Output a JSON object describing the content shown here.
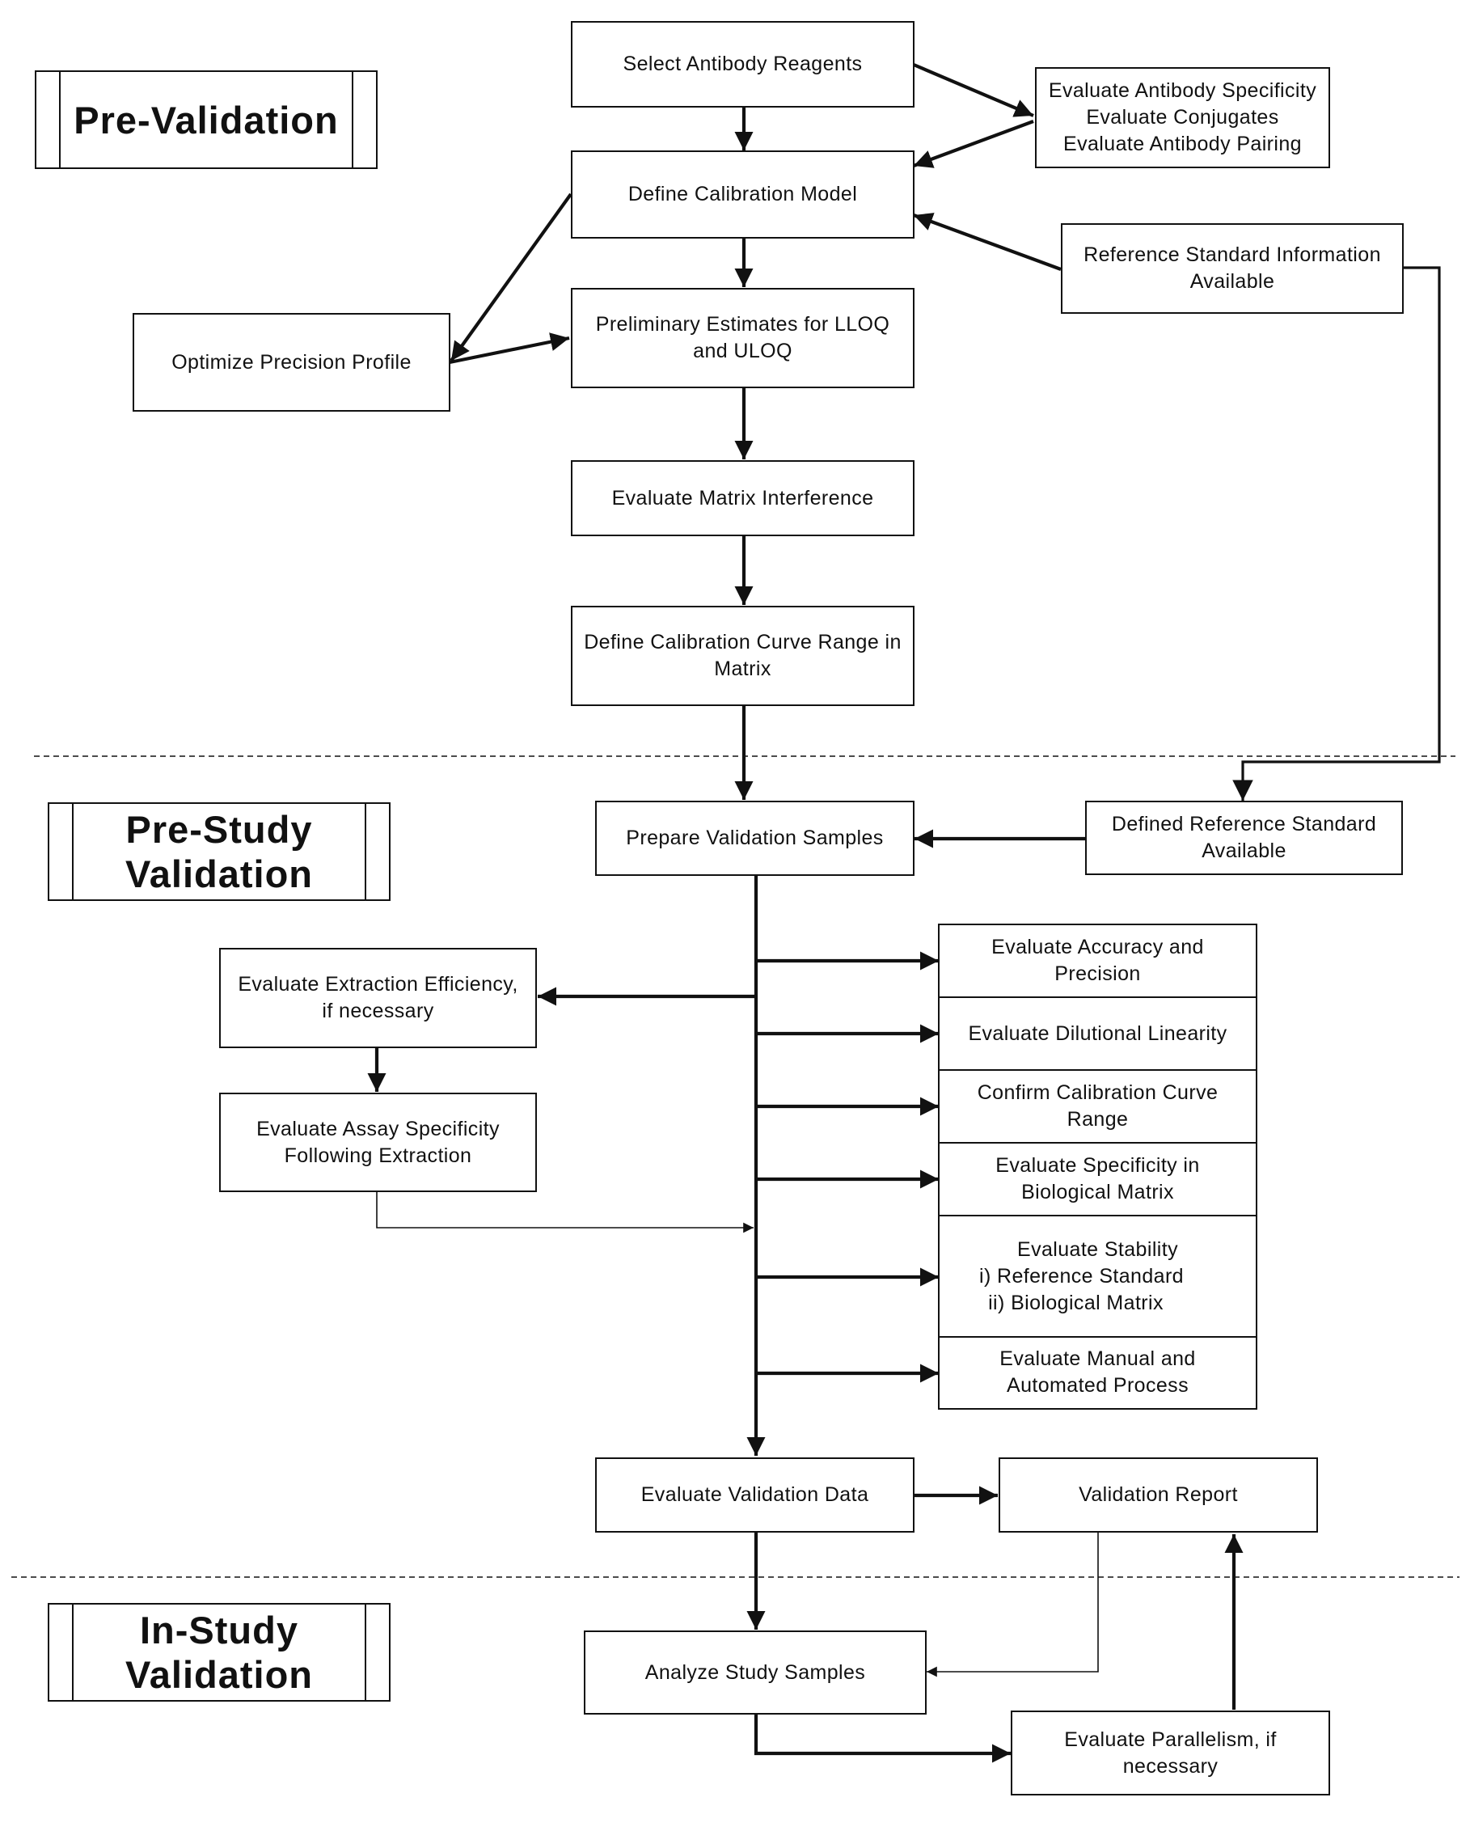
{
  "phases": {
    "pre_validation": [
      "Pre-Validation"
    ],
    "pre_study": [
      "Pre-Study",
      "Validation"
    ],
    "in_study": [
      "In-Study",
      "Validation"
    ]
  },
  "nodes": {
    "select_antibody": [
      "Select Antibody Reagents"
    ],
    "evaluate_antibody": [
      "Evaluate Antibody Specificity",
      "Evaluate Conjugates",
      "Evaluate Antibody Pairing"
    ],
    "define_calibration_model": [
      "Define Calibration Model"
    ],
    "reference_standard_info": [
      "Reference Standard Information",
      "Available"
    ],
    "optimize_precision": [
      "Optimize Precision Profile"
    ],
    "preliminary_estimates": [
      "Preliminary Estimates for LLOQ",
      "and ULOQ"
    ],
    "matrix_interference": [
      "Evaluate Matrix Interference"
    ],
    "calibration_curve_range": [
      "Define Calibration Curve Range in",
      "Matrix"
    ],
    "prepare_validation_samples": [
      "Prepare Validation Samples"
    ],
    "defined_reference_standard": [
      "Defined Reference Standard",
      "Available"
    ],
    "extraction_efficiency": [
      "Evaluate Extraction Efficiency,",
      "if necessary"
    ],
    "assay_specificity": [
      "Evaluate Assay Specificity",
      "Following Extraction"
    ],
    "accuracy_precision": [
      "Evaluate Accuracy and",
      "Precision"
    ],
    "dilutional_linearity": [
      "Evaluate Dilutional Linearity"
    ],
    "confirm_calibration": [
      "Confirm Calibration Curve",
      "Range"
    ],
    "specificity_matrix": [
      "Evaluate Specificity in",
      "Biological Matrix"
    ],
    "stability": [
      "Evaluate Stability",
      "i) Reference Standard",
      "ii) Biological Matrix"
    ],
    "manual_automated": [
      "Evaluate Manual and",
      "Automated Process"
    ],
    "validation_data": [
      "Evaluate Validation Data"
    ],
    "validation_report": [
      "Validation Report"
    ],
    "analyze_study_samples": [
      "Analyze Study Samples"
    ],
    "parallelism": [
      "Evaluate Parallelism, if",
      "necessary"
    ]
  },
  "colors": {
    "line": "#111111",
    "background": "#ffffff"
  }
}
